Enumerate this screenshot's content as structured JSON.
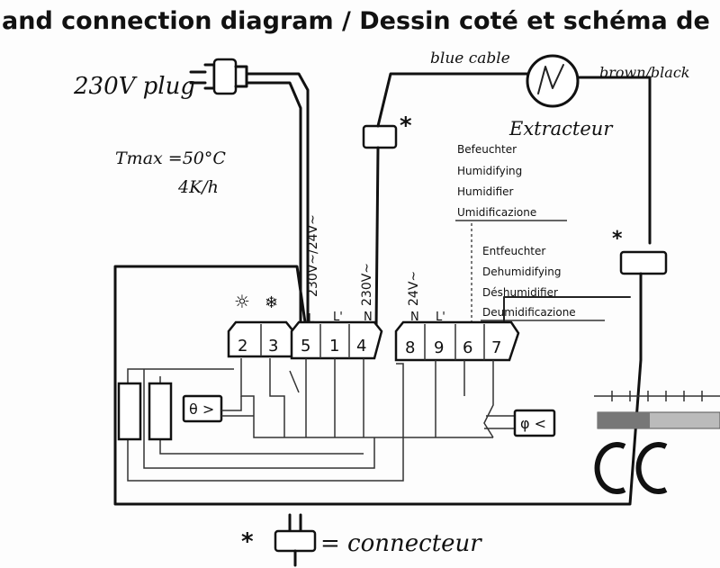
{
  "header": {
    "title": "and connection diagram / Dessin coté et schéma de"
  },
  "labels": {
    "plug": "230V plug",
    "blue_cable": "blue cable",
    "brown_black": "brown/black",
    "extractor": "Extracteur",
    "tmax": "Tmax =50°C",
    "rate": "4K/h",
    "asterisk": "*",
    "connector_eq": "= connecteur"
  },
  "humidify_list": [
    "Befeuchter",
    "Humidifying",
    "Humidifier",
    "Umidificazione"
  ],
  "dehumidify_list": [
    "Entfeuchter",
    "Dehumidifying",
    "Déshumidifier",
    "Deumidificazione"
  ],
  "voltages": {
    "v1": "230V~/24V~",
    "v2": "230V~",
    "v3": "24V~"
  },
  "terminal_letters": {
    "l1": "L",
    "l2": "L'",
    "n1": "N",
    "n2": "N",
    "l3": "L'"
  },
  "terminals": [
    "2",
    "3",
    "5",
    "1",
    "4",
    "8",
    "9",
    "6",
    "7"
  ],
  "sensors": {
    "temp": "θ >",
    "humidity": "φ <"
  },
  "symbols": {
    "sun": "☼",
    "snow": "❄"
  }
}
